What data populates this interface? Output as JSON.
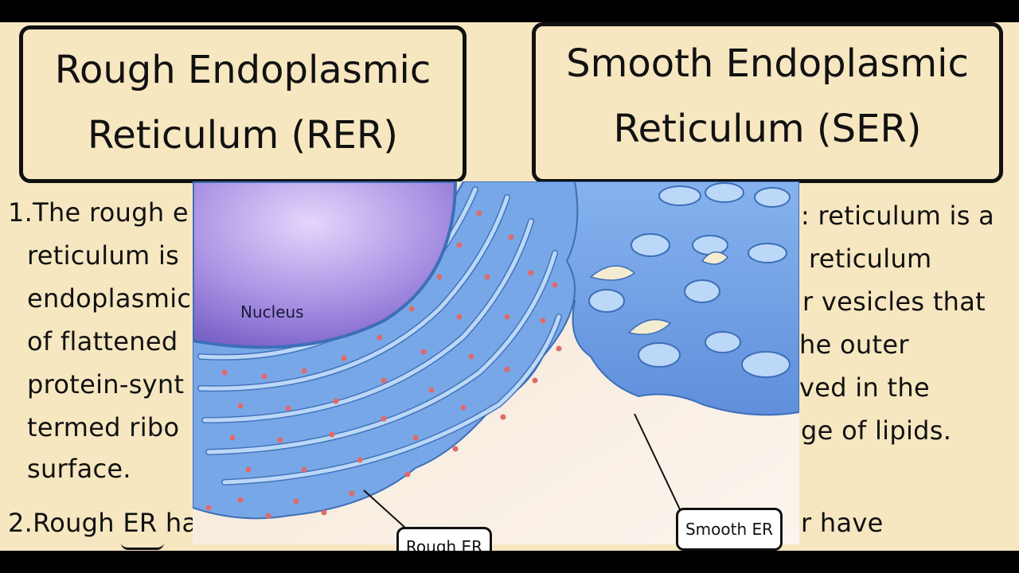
{
  "titles": {
    "rer_line1": "Rough Endoplasmic",
    "rer_line2": "Reticulum (RER)",
    "ser_line1": "Smooth Endoplasmic",
    "ser_line2": "Reticulum (SER)"
  },
  "left_text": [
    "1.The rough e",
    "reticulum is",
    "endoplasmic",
    "of flattened",
    "protein-synt",
    "termed ribo",
    "surface.",
    "2.Rough ER ha"
  ],
  "right_text": [
    ": reticulum is a",
    "reticulum",
    "r vesicles that",
    "he outer",
    "ved in the",
    "ge of lipids.",
    "r have"
  ],
  "diagram": {
    "nucleus_label": "Nucleus",
    "rough_er_label": "Rough ER",
    "smooth_er_label": "Smooth ER"
  },
  "colors": {
    "background": "#f6e7c1",
    "er_blue": "#6f9fe0",
    "ribosome": "#e06a6a",
    "nucleus": "#a98fe0"
  }
}
